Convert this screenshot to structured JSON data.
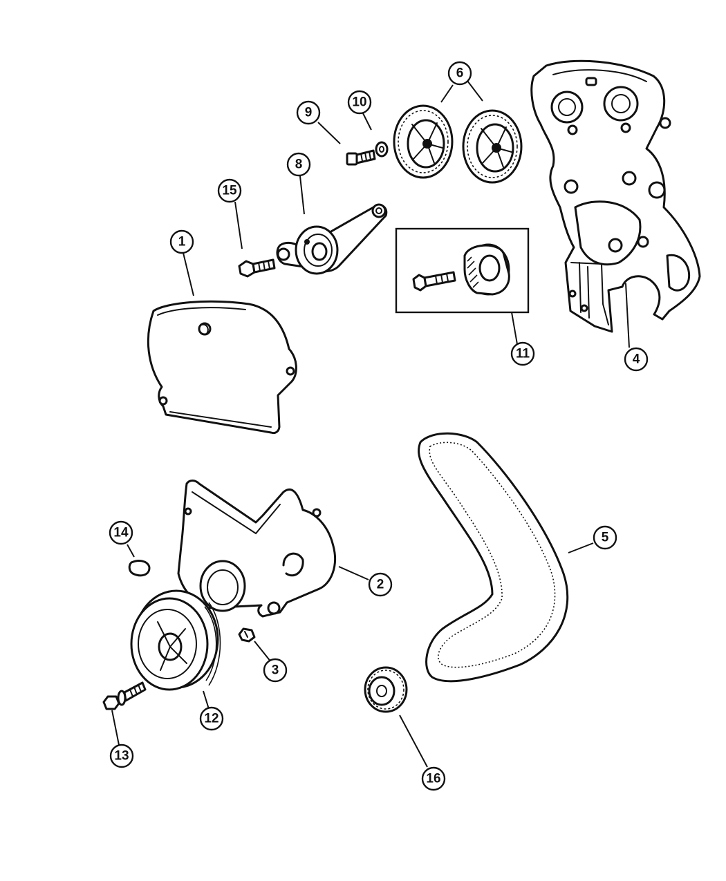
{
  "callouts": [
    {
      "id": "1",
      "label": "1"
    },
    {
      "id": "2",
      "label": "2"
    },
    {
      "id": "3",
      "label": "3"
    },
    {
      "id": "4",
      "label": "4"
    },
    {
      "id": "5",
      "label": "5"
    },
    {
      "id": "6",
      "label": "6"
    },
    {
      "id": "8",
      "label": "8"
    },
    {
      "id": "9",
      "label": "9"
    },
    {
      "id": "10",
      "label": "10"
    },
    {
      "id": "11",
      "label": "11"
    },
    {
      "id": "12",
      "label": "12"
    },
    {
      "id": "13",
      "label": "13"
    },
    {
      "id": "14",
      "label": "14"
    },
    {
      "id": "15",
      "label": "15"
    },
    {
      "id": "16",
      "label": "16"
    }
  ],
  "colors": {
    "line": "#111111",
    "background": "#ffffff"
  }
}
